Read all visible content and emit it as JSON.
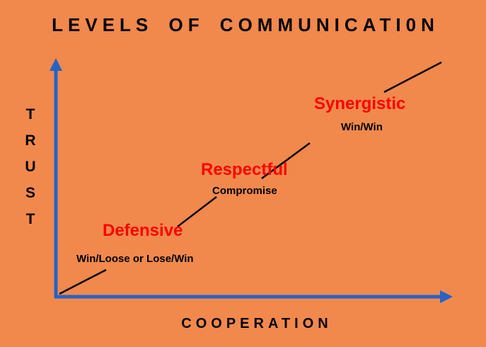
{
  "title": "LEVELS OF COMMUNICATI0N",
  "colors": {
    "background": "#F1894D",
    "axis": "#2563C8",
    "level_label": "#FF0000",
    "text": "#000000",
    "progression_line": "#000000"
  },
  "axes": {
    "y_label": "TRUST",
    "y_label_letters": [
      "T",
      "R",
      "U",
      "S",
      "T"
    ],
    "x_label": "COOPERATION"
  },
  "levels": [
    {
      "label": "Defensive",
      "sublabel": "Win/Loose or Lose/Win"
    },
    {
      "label": "Respectful",
      "sublabel": "Compromise"
    },
    {
      "label": "Synergistic",
      "sublabel": "Win/Win"
    }
  ]
}
